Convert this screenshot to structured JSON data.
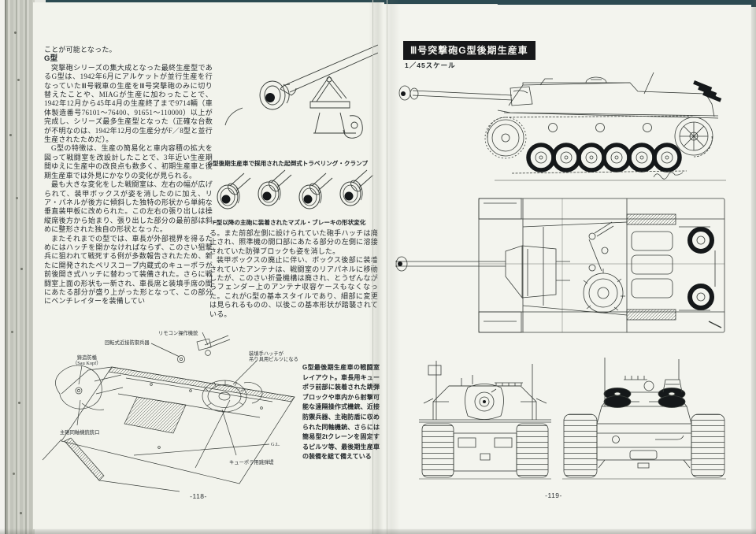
{
  "book": {
    "left_page": {
      "page_number": "-118-",
      "intro_line": "ことが可能となった。",
      "section_heading": "G型",
      "col1_paragraphs": [
        "突撃砲シリーズの集大成となった最終生産型であるG型は、1942年6月にアルケットが並行生産を行なっていたⅢ号戦車の生産をⅢ号突撃砲のみに切り替えたことや、MIAGが生産に加わったことで、1942年12月から45年4月の生産終了まで9714輛（車体製造番号76101～76400、91651～110000）以上が完成し、シリーズ最多生産型となった（正確な台数が不明なのは、1942年12月の生産分がF／8型と並行生産されたためだ）。",
        "G型の特徴は、生産の簡易化と車内容積の拡大を図って戦闘室を改設計したことで、3年近い生産期間ゆえに生産中の改良点も数多く、初期生産車と後期生産車では外見にかなりの変化が見られる。",
        "最も大きな変化をした戦闘室は、左右の幅が広げられて、装甲ボックスが姿を消したのに加え、リア・パネルが後方に傾斜した独特の形状から単純な垂直装甲板に改められた。この左右の張り出しは操縦席後方から始まり、張り出した部分の最前部は斜めに整形された独自の形状となった。",
        "またそれまでの型では、車長が外部視界を得るためにはハッチを開かなければならず、このさい狙撃兵に狙われて戦死する例が多数報告されたため、新たに開発されたペリスコープ内蔵式のキューポラが前後開き式ハッチに替わって装備された。さらに戦闘室上面の形状も一新され、車長席と装填手席の間にあたる部分が盛り上がった形となって、この部分にベンチレイターを装備してい"
      ],
      "col2_paragraphs": [
        "る。また前部左側に設けられていた砲手ハッチは廃止され、照準機の開口部にあたる部分の左側に溶接されていた防弾ブロックも姿を消した。",
        "装甲ボックスの廃止に伴い、ボックス後部に装着されていたアンテナは、戦闘室のリアパネルに移動したが、このさい折畳機構は廃され、とうぜんながらフェンダー上のアンテナ収容ケースもなくなった。これがG型の基本スタイルであり、細部に変更は見られるものの、以後この基本形状が踏襲されている。"
      ],
      "figure_captions": {
        "travel_clamp": "G型後期生産車で採用された起倒式トラベリング・クランプ",
        "muzzle_brake": "F型以降の主砲に装着されたマズル・ブレーキの形状変化",
        "layout": "G型最後期生産車の戦闘室レイアウト。車長用キューポラ前部に装着された跳弾ブロックや車内から射撃可能な遠隔操作式機銃、近接防禦兵器、主砲防盾に収められた同軸機銃、さらには簡易型2tクレーンを固定するピルツ等、最後期生産車の装備を総て備えている"
      },
      "diagram_labels": {
        "remote_mg": "リモコン操作機銃",
        "close_defense": "回転式近接防禦兵器",
        "saukopf_line1": "鋳造防楯",
        "saukopf_line2": "（Sau Kopf）",
        "coax_port": "主砲同軸機銃銃口",
        "loader_hatch_line1": "装填手ハッチが",
        "loader_hatch_line2": "吊り具用ピルツになる",
        "cupola_deflector": "キューポラ用跳弾堤",
        "ground_line": "G.L."
      }
    },
    "right_page": {
      "page_number": "-119-",
      "title": "Ⅲ号突撃砲G型後期生産車",
      "scale": "1／45スケール"
    }
  },
  "figures": {
    "travel_clamp_drawing": "gun-barrel-with-travel-clamp-drawing",
    "muzzle_brakes_drawing": "four-muzzle-brake-variants-drawing",
    "compartment_drawing": "fighting-compartment-perspective-drawing",
    "side_view": "stug-iii-g-side-view-drawing",
    "top_view": "stug-iii-g-top-view-drawing",
    "front_view": "stug-iii-g-front-view-drawing",
    "rear_view": "stug-iii-g-rear-view-drawing"
  }
}
